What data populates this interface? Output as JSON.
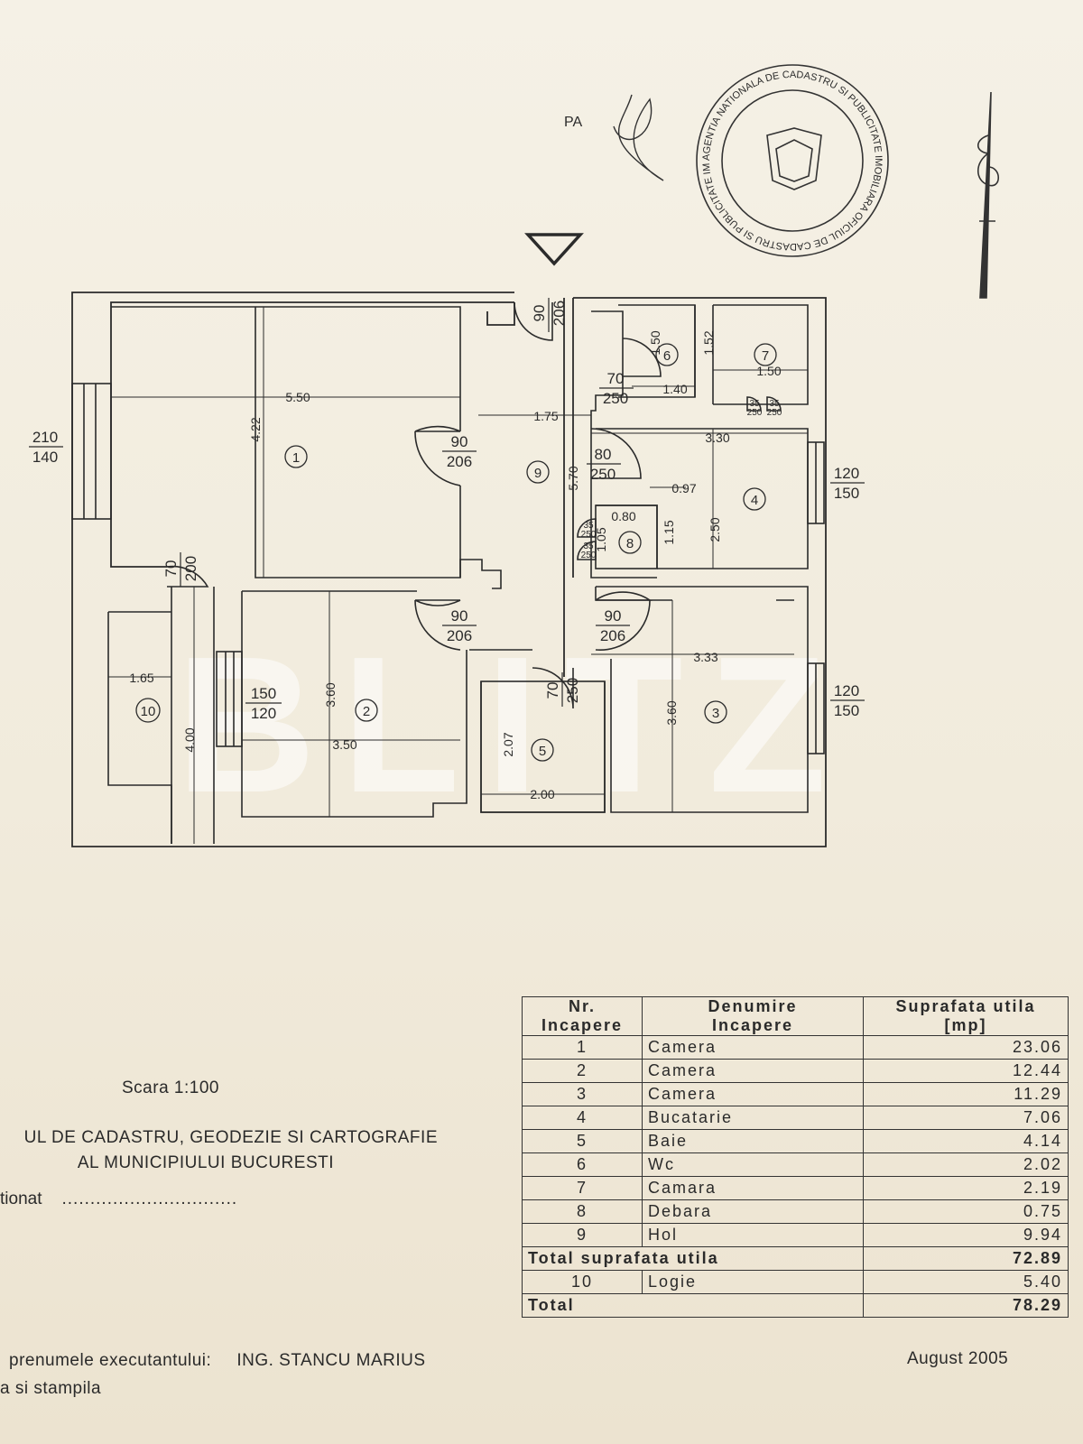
{
  "signature_text": "PA",
  "stamp_text": "AGENTIA NATIONALA DE CADASTRU SI PUBLICITATE IMOBILIARA OFICIUL DE CADASTRU SI PUBLICITATE IMOBILIARA AL MUNICIPIULUI BUCURESTI Director",
  "watermark": "BLITZ",
  "plan": {
    "rooms": [
      "1",
      "2",
      "3",
      "4",
      "5",
      "6",
      "7",
      "8",
      "9",
      "10"
    ],
    "dimensions": {
      "r1_w": "5.50",
      "r1_h": "4.22",
      "hall_w": "1.75",
      "hall_h": "5.70",
      "r6_h": "1.50",
      "r6_w": "1.40",
      "r7_h": "1.52",
      "r7_w": "1.50",
      "r4_w": "3.30",
      "r4_h": "2.50",
      "r4_notch": "0.97",
      "r8_w": "0.80",
      "r8_h": "1.15",
      "r8_h2": "1.05",
      "r2_h": "3.60",
      "r2_w": "3.50",
      "r3_w": "3.33",
      "r3_h": "3.60",
      "r5_h": "2.07",
      "r5_w": "2.00",
      "r10_w": "1.65",
      "r10_h": "4.00"
    },
    "openings": {
      "win_left": [
        "210",
        "140"
      ],
      "door_entry": [
        "90",
        "206"
      ],
      "door_r1": [
        "90",
        "206"
      ],
      "door_wc": [
        "70",
        "250"
      ],
      "door_kitchen": [
        "80",
        "250"
      ],
      "win_kitchen": [
        "120",
        "150"
      ],
      "door_debara_a": [
        "35",
        "250"
      ],
      "door_debara_b": [
        "35",
        "250"
      ],
      "door_camara_a": [
        "35",
        "250"
      ],
      "door_camara_b": [
        "35",
        "250"
      ],
      "door_logie": [
        "70",
        "200"
      ],
      "door_r2": [
        "90",
        "206"
      ],
      "door_r3": [
        "90",
        "206"
      ],
      "door_bath": [
        "70",
        "250"
      ],
      "win_r2": [
        "150",
        "120"
      ],
      "win_r3": [
        "120",
        "150"
      ]
    }
  },
  "scale_label": "Scara  1:100",
  "office_line1": "UL DE CADASTRU, GEODEZIE SI CARTOGRAFIE",
  "office_line2": "AL MUNICIPIULUI BUCURESTI",
  "verified_label": "tionat",
  "verified_dots": "...............................",
  "executant_label": "prenumele executantului:",
  "executant_name": "ING. STANCU MARIUS",
  "signature_label": "a si stampila",
  "date": "August 2005",
  "table": {
    "headers": {
      "nr_line1": "Nr.",
      "nr_line2": "Incapere",
      "name_line1": "Denumire",
      "name_line2": "Incapere",
      "area_line1": "Suprafata utila",
      "area_line2": "[mp]"
    },
    "rows": [
      {
        "nr": "1",
        "name": "Camera",
        "area": "23.06"
      },
      {
        "nr": "2",
        "name": "Camera",
        "area": "12.44"
      },
      {
        "nr": "3",
        "name": "Camera",
        "area": "11.29"
      },
      {
        "nr": "4",
        "name": "Bucatarie",
        "area": "7.06"
      },
      {
        "nr": "5",
        "name": "Baie",
        "area": "4.14"
      },
      {
        "nr": "6",
        "name": "Wc",
        "area": "2.02"
      },
      {
        "nr": "7",
        "name": "Camara",
        "area": "2.19"
      },
      {
        "nr": "8",
        "name": "Debara",
        "area": "0.75"
      },
      {
        "nr": "9",
        "name": "Hol",
        "area": "9.94"
      }
    ],
    "subtotal_label": "Total suprafata utila",
    "subtotal_value": "72.89",
    "extra_row": {
      "nr": "10",
      "name": "Logie",
      "area": "5.40"
    },
    "total_label": "Total",
    "total_value": "78.29"
  }
}
